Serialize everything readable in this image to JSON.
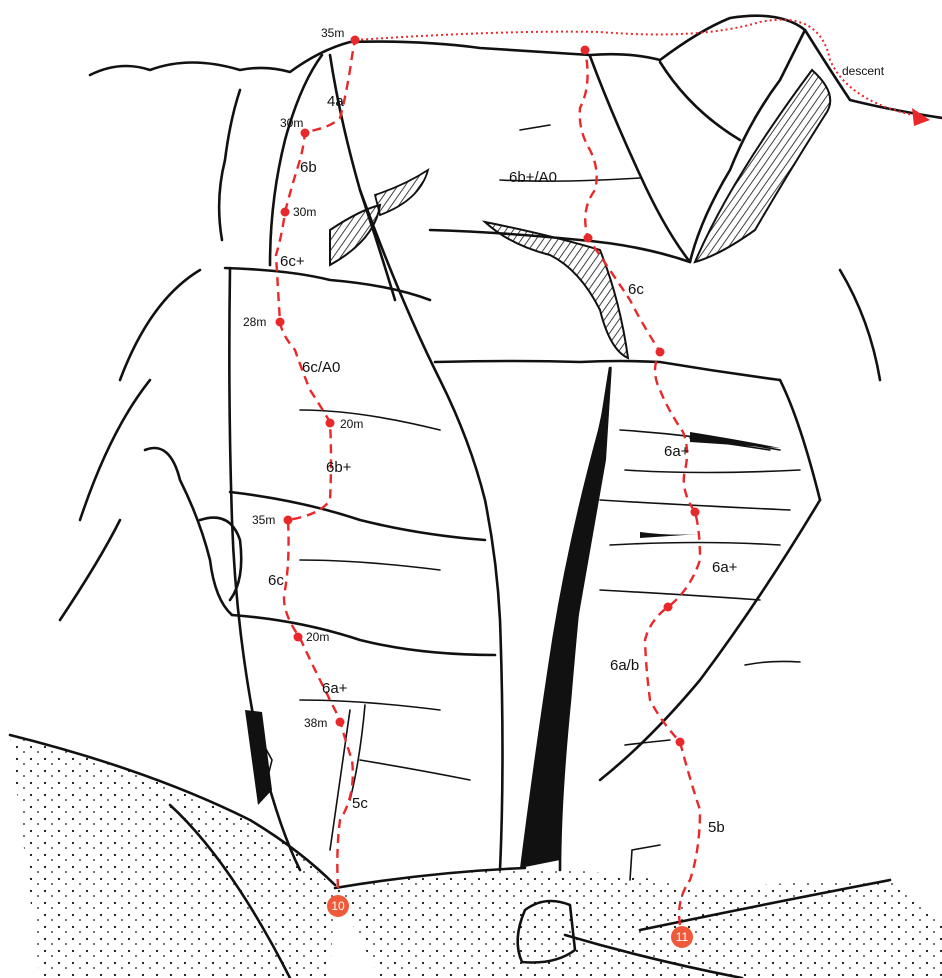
{
  "colors": {
    "route": "#e8282a",
    "badge": "#ef5a3a",
    "rock": "#111111"
  },
  "routes": [
    {
      "number": "10",
      "pitches": [
        {
          "grade": "5c",
          "belay_length": "38m"
        },
        {
          "grade": "6a+",
          "belay_length": "20m"
        },
        {
          "grade": "6c",
          "belay_length": "35m"
        },
        {
          "grade": "6b+",
          "belay_length": "20m"
        },
        {
          "grade": "6c/A0",
          "belay_length": "28m"
        },
        {
          "grade": "6c+",
          "belay_length": "30m"
        },
        {
          "grade": "6b",
          "belay_length": "30m"
        },
        {
          "grade": "4a",
          "belay_length": "35m"
        }
      ]
    },
    {
      "number": "11",
      "pitches": [
        {
          "grade": "5b"
        },
        {
          "grade": "6a/b"
        },
        {
          "grade": "6a+"
        },
        {
          "grade": "6a+"
        },
        {
          "grade": "6c"
        },
        {
          "grade": "6b+/A0"
        }
      ]
    }
  ],
  "descent": {
    "label": "descent"
  }
}
